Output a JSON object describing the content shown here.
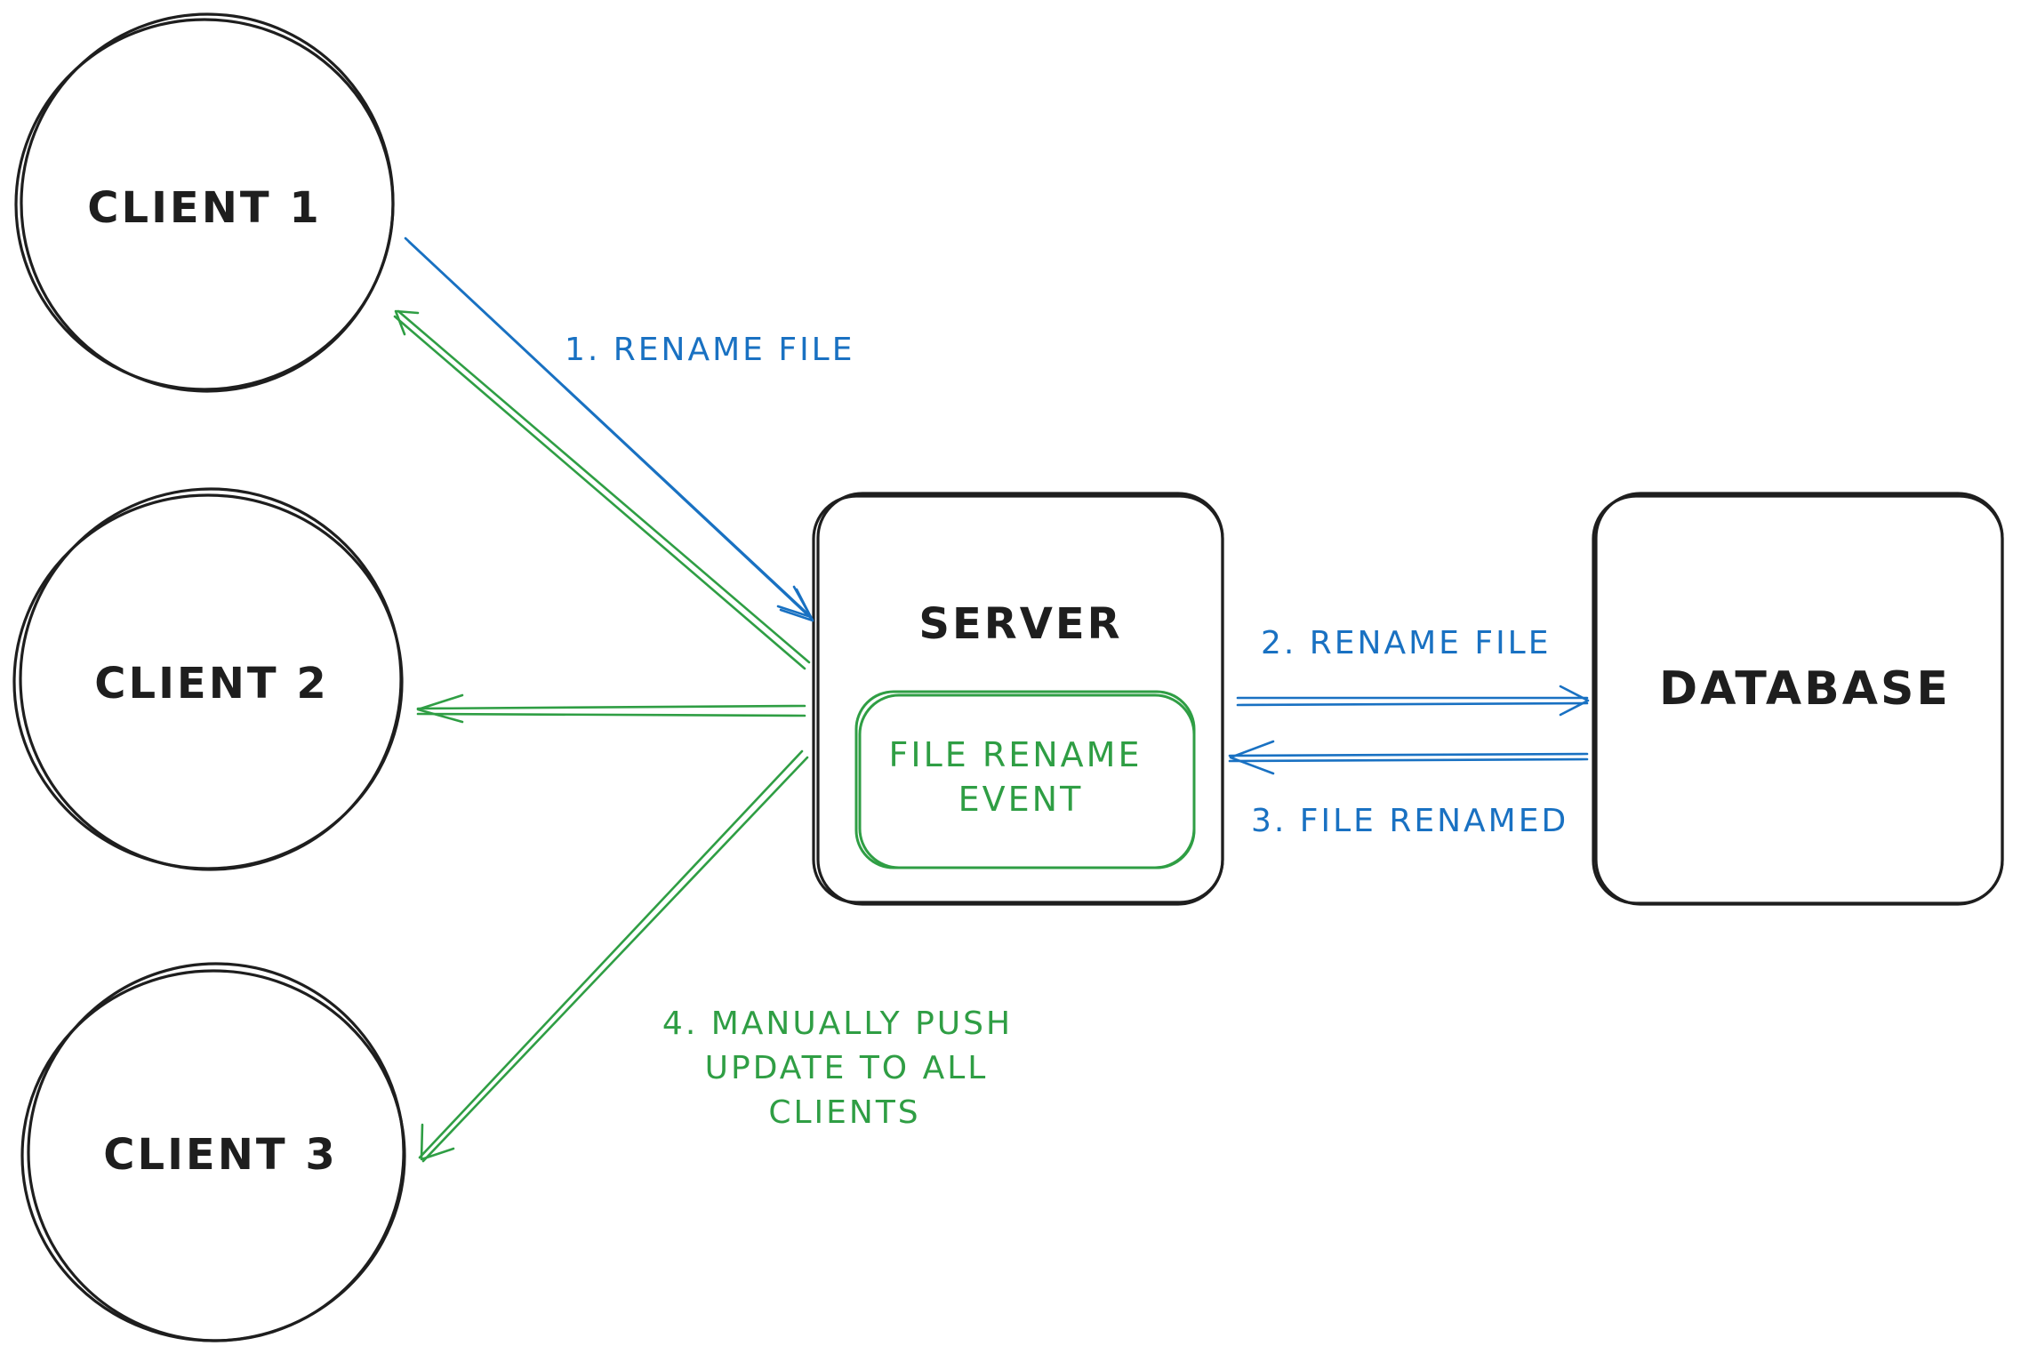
{
  "nodes": {
    "client1": "CLIENT 1",
    "client2": "CLIENT 2",
    "client3": "CLIENT 3",
    "server": "SERVER",
    "server_event": [
      "FILE RENAME",
      "EVENT"
    ],
    "database": "DATABASE"
  },
  "edges": {
    "step1": "1. RENAME FILE",
    "step2": "2. RENAME FILE",
    "step3": "3. FILE RENAMED",
    "step4": [
      "4. MANUALLY PUSH",
      "UPDATE TO ALL",
      "CLIENTS"
    ]
  },
  "colors": {
    "stroke": "#1e1e1e",
    "blue": "#1971c2",
    "green": "#2f9e44"
  }
}
